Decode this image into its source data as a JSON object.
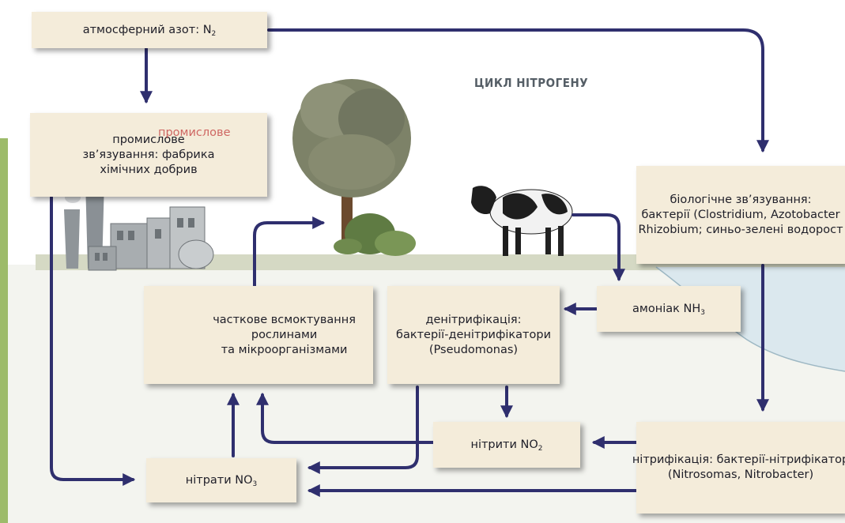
{
  "title": "ЦИКЛ НІТРОГЕНУ",
  "boxes": {
    "atmosphere": {
      "text": "атмосферний азот: N",
      "sub": "2"
    },
    "industrial": {
      "lines": [
        "промислове",
        "зв’язування: фабрика",
        "хімічних добрив"
      ],
      "ghost": "промислове"
    },
    "biological": {
      "lines": [
        "біологічне зв’язування:",
        "бактерії (Clostridium, Azotobacter",
        "Rhizobium; синьо-зелені водорост"
      ]
    },
    "ammonia": {
      "text": "амоніак NH",
      "sub": "3"
    },
    "denitrification": {
      "lines": [
        "денітрифікація:",
        "бактерії-денітрифікатори",
        "(Pseudomonas)"
      ]
    },
    "absorption": {
      "lines": [
        "часткове всмоктування",
        "рослинами",
        "та мікроорганізмами"
      ]
    },
    "nitrites": {
      "text": "нітрити NO",
      "sub": "2"
    },
    "nitrates": {
      "text": "нітрати NO",
      "sub": "3"
    },
    "nitrification": {
      "lines": [
        "нітрифікація: бактерії-нітрифікатор",
        "(Nitrosomas, Nitrobacter)"
      ]
    }
  },
  "colors": {
    "arrow": "#2f2f6e",
    "box": "#f4ecda",
    "ground": "#d8dcc8",
    "soil": "#f1f3ee",
    "water": "#dce9ef",
    "title": "#555e66",
    "side_bar": "#9dbb6a"
  }
}
